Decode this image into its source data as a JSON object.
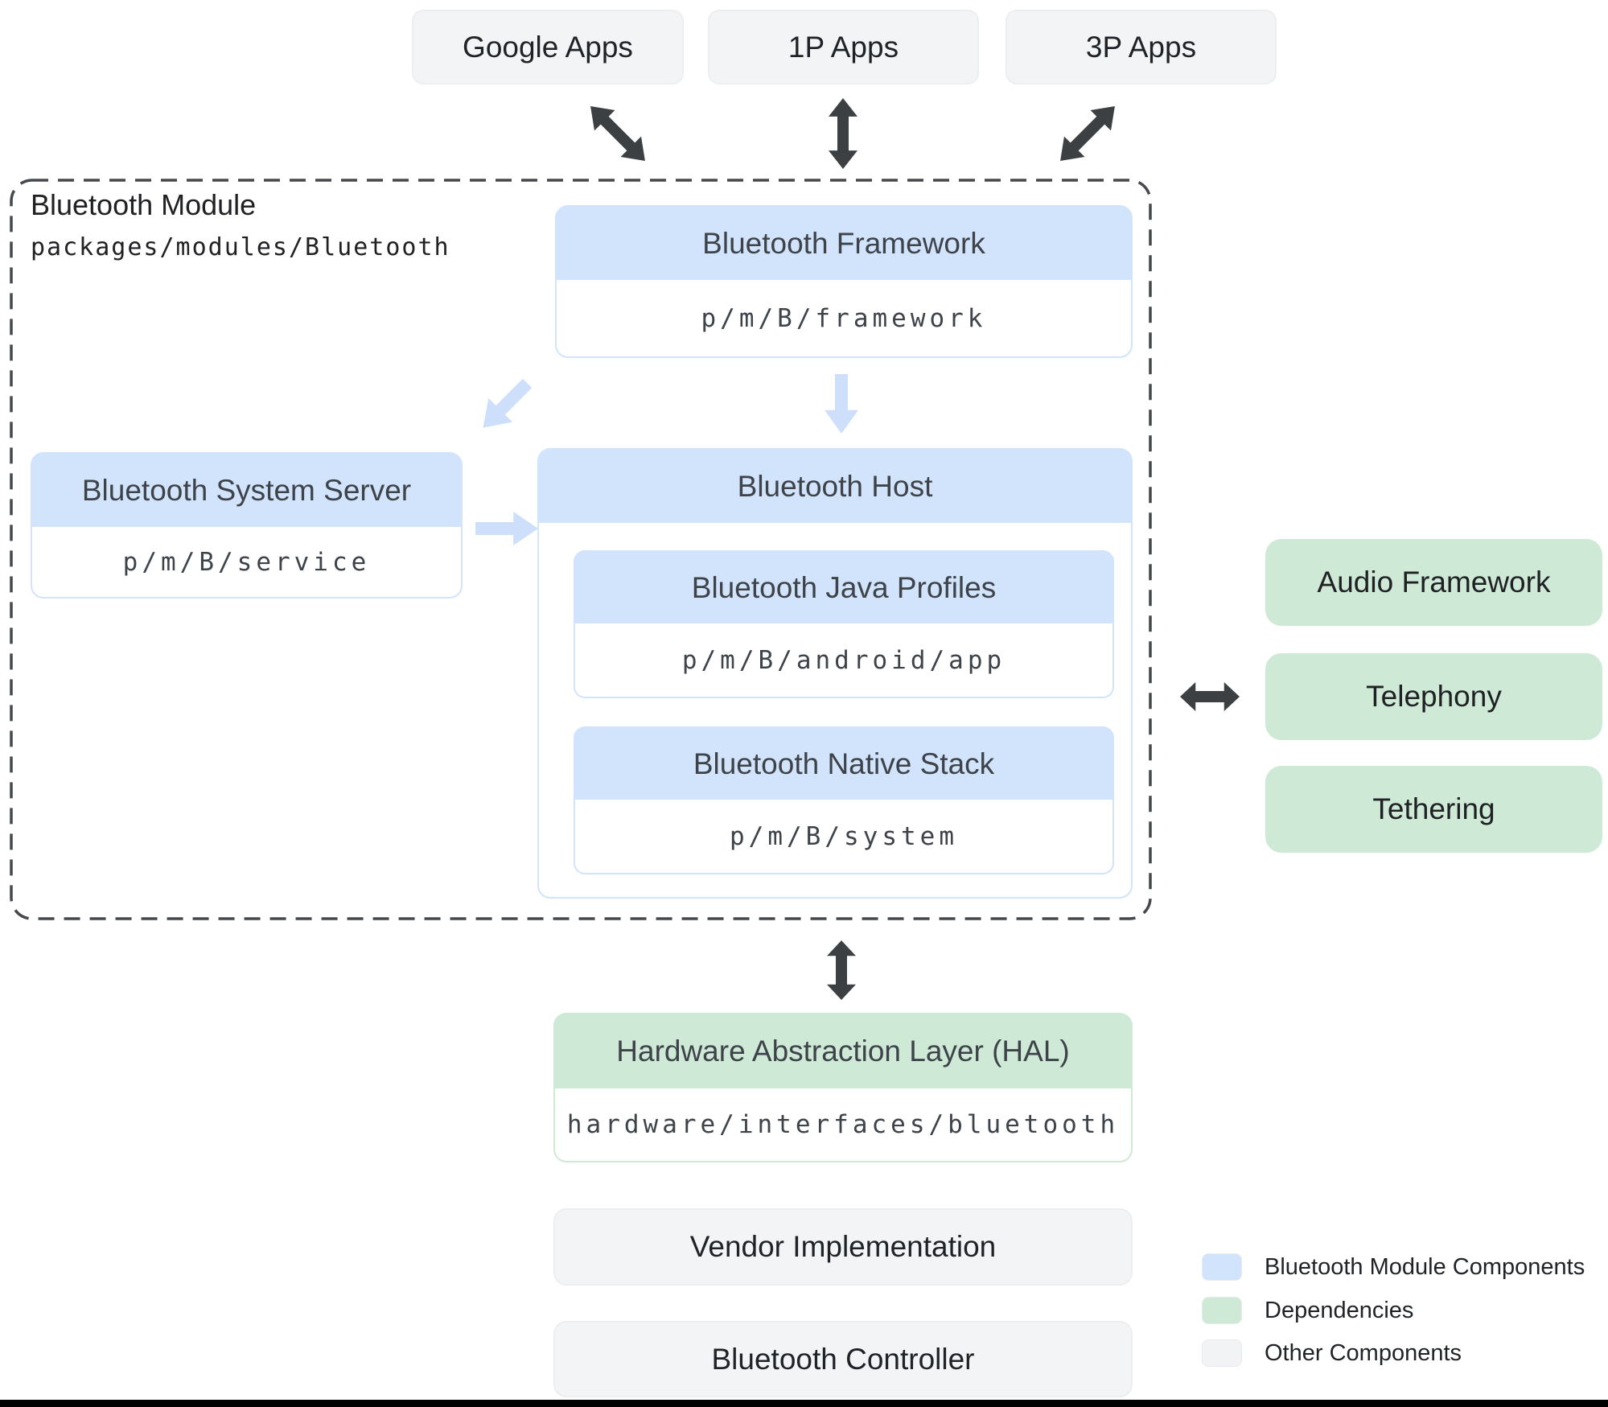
{
  "top_apps": [
    {
      "label": "Google Apps"
    },
    {
      "label": "1P Apps"
    },
    {
      "label": "3P Apps"
    }
  ],
  "module": {
    "title": "Bluetooth Module",
    "path": "packages/modules/Bluetooth",
    "framework": {
      "title": "Bluetooth Framework",
      "path": "p/m/B/framework"
    },
    "system_server": {
      "title": "Bluetooth System Server",
      "path": "p/m/B/service"
    },
    "host": {
      "title": "Bluetooth Host",
      "children": [
        {
          "title": "Bluetooth Java Profiles",
          "path": "p/m/B/android/app"
        },
        {
          "title": "Bluetooth Native Stack",
          "path": "p/m/B/system"
        }
      ]
    }
  },
  "dependencies": [
    {
      "label": "Audio Framework"
    },
    {
      "label": "Telephony"
    },
    {
      "label": "Tethering"
    }
  ],
  "hal": {
    "title": "Hardware Abstraction Layer (HAL)",
    "path": "hardware/interfaces/bluetooth"
  },
  "other_components": [
    {
      "label": "Vendor Implementation"
    },
    {
      "label": "Bluetooth Controller"
    }
  ],
  "legend": [
    {
      "label": "Bluetooth Module Components",
      "color": "#d2e3fc"
    },
    {
      "label": "Dependencies",
      "color": "#ceead6"
    },
    {
      "label": "Other Components",
      "color": "#f1f3f4"
    }
  ],
  "colors": {
    "module_fill": "#d2e3fc",
    "dependency_fill": "#ceead6",
    "other_fill": "#f1f3f4",
    "arrow_dark": "#3c4043",
    "arrow_blue": "#cddffb",
    "dashed_border": "#45484c"
  }
}
